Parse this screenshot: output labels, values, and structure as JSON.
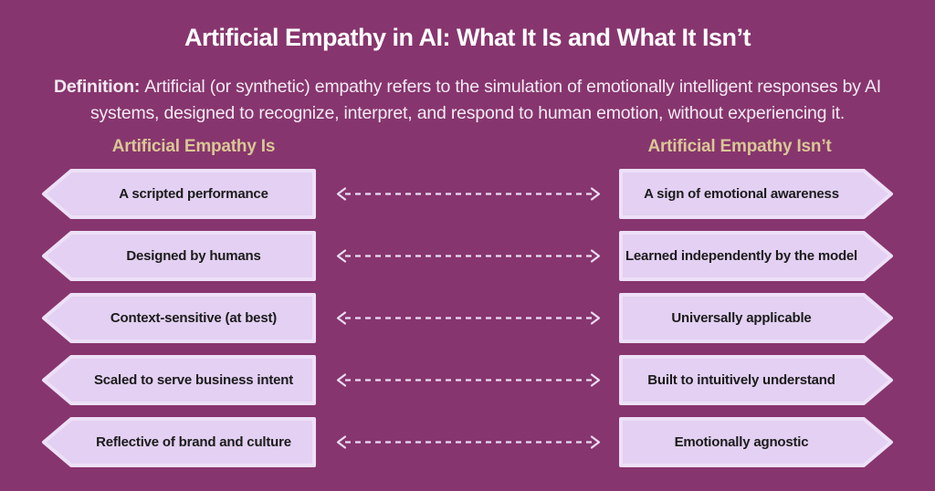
{
  "header": {
    "title": "Artificial Empathy in AI: What It Is and What It Isn’t"
  },
  "definition": {
    "label": "Definition:",
    "text": "Artificial (or synthetic) empathy refers to the simulation of emotionally intelligent responses by AI systems, designed to recognize, interpret, and respond to human emotion, without experiencing it."
  },
  "columns": {
    "left_heading": "Artificial Empathy Is",
    "right_heading": "Artificial Empathy Isn’t"
  },
  "rows": [
    {
      "left": "A scripted performance",
      "right": "A sign of emotional awareness"
    },
    {
      "left": "Designed by humans",
      "right": "Learned independently by the model"
    },
    {
      "left": "Context-sensitive (at best)",
      "right": "Universally applicable"
    },
    {
      "left": "Scaled to serve business intent",
      "right": "Built to intuitively understand"
    },
    {
      "left": "Reflective of brand and culture",
      "right": "Emotionally agnostic"
    }
  ],
  "colors": {
    "background": "#87356E",
    "box_fill": "#E3D0F2",
    "box_outline": "#EDE0F8",
    "heading_gold": "#D9C795",
    "title_white": "#FFFFFF",
    "box_text": "#1B1B1B",
    "connector": "#EADDF4"
  }
}
